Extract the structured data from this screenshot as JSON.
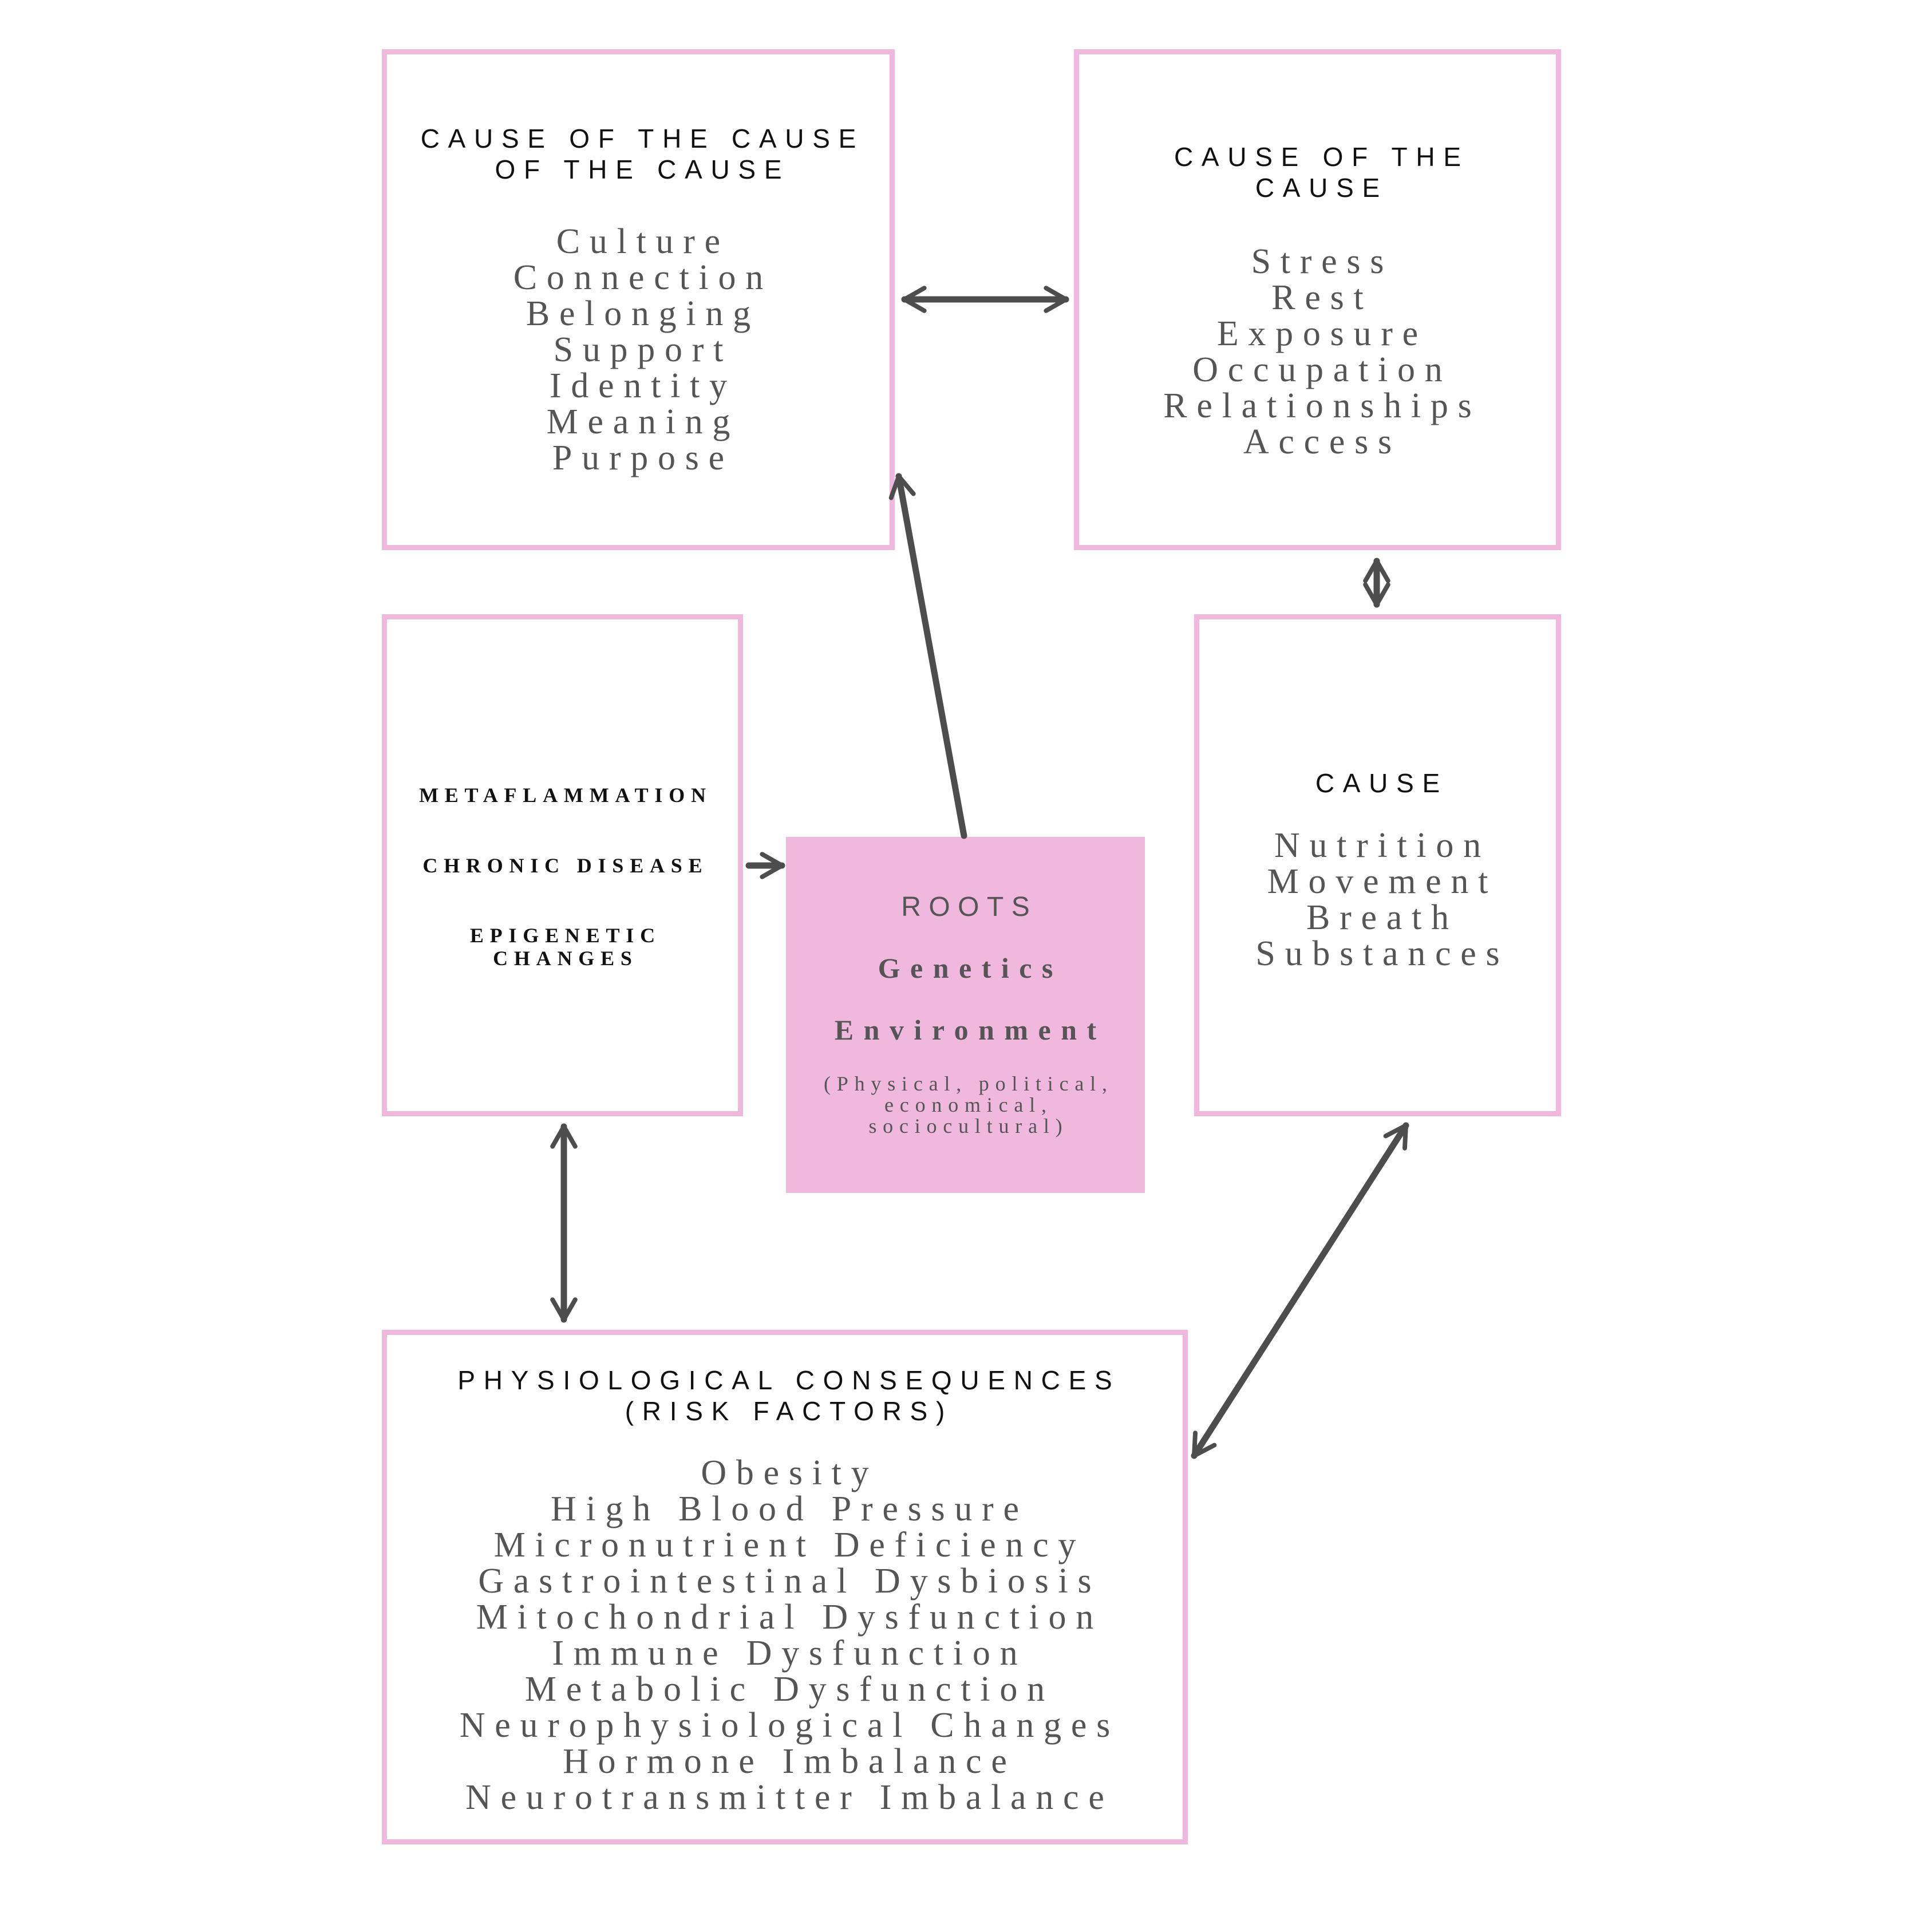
{
  "colors": {
    "border": "#f0b8dd",
    "roots_fill": "#f0b8dd",
    "arrow": "#4d4d4d",
    "text": "#555555",
    "heading": "#111111"
  },
  "cause_of_cause_of_cause": {
    "heading_lines": [
      "CAUSE OF THE CAUSE",
      "OF THE CAUSE"
    ],
    "items": [
      "Culture",
      "Connection",
      "Belonging",
      "Support",
      "Identity",
      "Meaning",
      "Purpose"
    ]
  },
  "cause_of_cause": {
    "heading_lines": [
      "CAUSE OF THE",
      "CAUSE"
    ],
    "items": [
      "Stress",
      "Rest",
      "Exposure",
      "Occupation",
      "Relationships",
      "Access"
    ]
  },
  "outcomes": {
    "items": [
      "METAFLAMMATION",
      "CHRONIC DISEASE"
    ],
    "epigenetic_lines": [
      "EPIGENETIC",
      "CHANGES"
    ]
  },
  "roots": {
    "title": "ROOTS",
    "genetics": "Genetics",
    "environment": "Environment",
    "note_lines": [
      "(Physical, political,",
      "economical,",
      "sociocultural)"
    ]
  },
  "cause": {
    "heading": "CAUSE",
    "items": [
      "Nutrition",
      "Movement",
      "Breath",
      "Substances"
    ]
  },
  "consequences": {
    "heading_lines": [
      "PHYSIOLOGICAL CONSEQUENCES",
      "(RISK FACTORS)"
    ],
    "items": [
      "Obesity",
      "High Blood Pressure",
      "Micronutrient Deficiency",
      "Gastrointestinal Dysbiosis",
      "Mitochondrial Dysfunction",
      "Immune Dysfunction",
      "Metabolic Dysfunction",
      "Neurophysiological Changes",
      "Hormone Imbalance",
      "Neurotransmitter Imbalance"
    ]
  }
}
